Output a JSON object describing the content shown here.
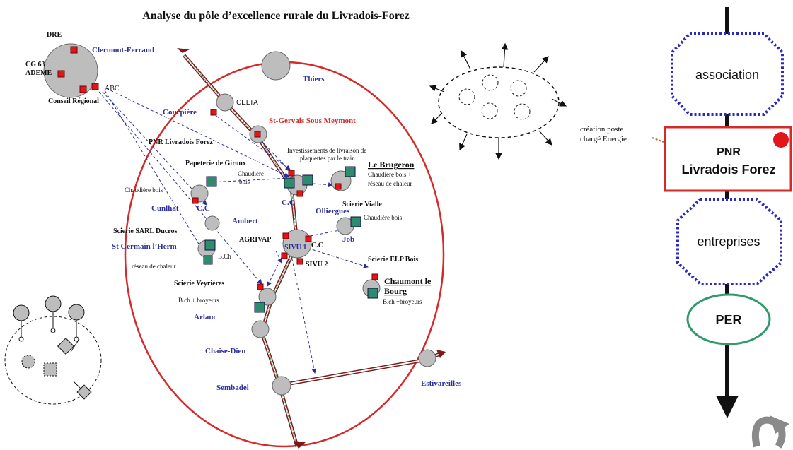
{
  "title": "Analyse du pôle d’excellence rurale du Livradois-Forez",
  "map_labels": {
    "dre": "DRE",
    "clermont": "Clermont-Ferrand",
    "cg63": "CG 63",
    "ademe": "ADEME",
    "abc": "ABC",
    "conseil_regional": "Conseil Régional",
    "thiers": "Thiers",
    "celta": "CELTA",
    "courpiere": "Courpière",
    "st_gervais": "St-Gervais Sous Meymont",
    "pnr_map": "PNR Livradois Forez",
    "investissements_1": "Investissements de livraison de",
    "investissements_2": "plaquettes par le train",
    "papeterie": "Papeterie de Giroux",
    "chaudiere_bois_center_1": "Chaudière",
    "chaudiere_bois_center_2": "bois",
    "le_brugeron": "Le Brugeron",
    "brugeron_desc_1": "Chaudière bois +",
    "brugeron_desc_2": "réseau de chaleur",
    "chaudiere_bois_left": "Chaudière bois",
    "cc_left": "C.C",
    "cc_center": "C.C",
    "cunlhat": "Cunlhat",
    "ambert": "Ambert",
    "scierie_vialle": "Scierie Vialle",
    "olliergues": "Olliergues",
    "chaudiere_bois_right": "Chaudière bois",
    "scierie_sarl": "Scierie SARL Ducros",
    "agrivap": "AGRIVAP",
    "sivu1": "SIVU 1",
    "cc_sivu": "C.C",
    "job": "Job",
    "st_germain": "St Germain l’Herm",
    "bch": "B.Ch",
    "reseau_chaleur": "réseau de chaleur",
    "sivu2": "SIVU 2",
    "scierie_elp": "Scierie ELP Bois",
    "scierie_veyrieres": "Scierie Veyrières",
    "chaumont_1": "Chaumont le",
    "chaumont_2": "Bourg",
    "chaumont_desc": "B.ch +broyeurs",
    "bch_broyeurs": "B.ch + broyeurs",
    "arlanc": "Arlanc",
    "chaise_dieu": "Chaise-Dieu",
    "sembadel": "Sembadel",
    "estivareilles": "Estivareilles"
  },
  "flow": {
    "association": "association",
    "creation_1": "création poste",
    "creation_2": "chargé Energie",
    "pnr_1": "PNR",
    "pnr_2": "Livradois Forez",
    "entreprises": "entreprises",
    "per": "PER"
  },
  "colors": {
    "ellipse": "#d42a2a",
    "node_fill": "#bdbdbd",
    "square_red": "#e0161b",
    "square_green": "#2e8b6b",
    "label_blue": "#2b2f9a",
    "octagon": "#2a2ac0",
    "per_border": "#2f9a6a",
    "pnr_border": "#d42a2a",
    "rail": "#7a1b1b"
  },
  "icons": [
    "curved-arrow-icon",
    "red-dot-icon"
  ]
}
